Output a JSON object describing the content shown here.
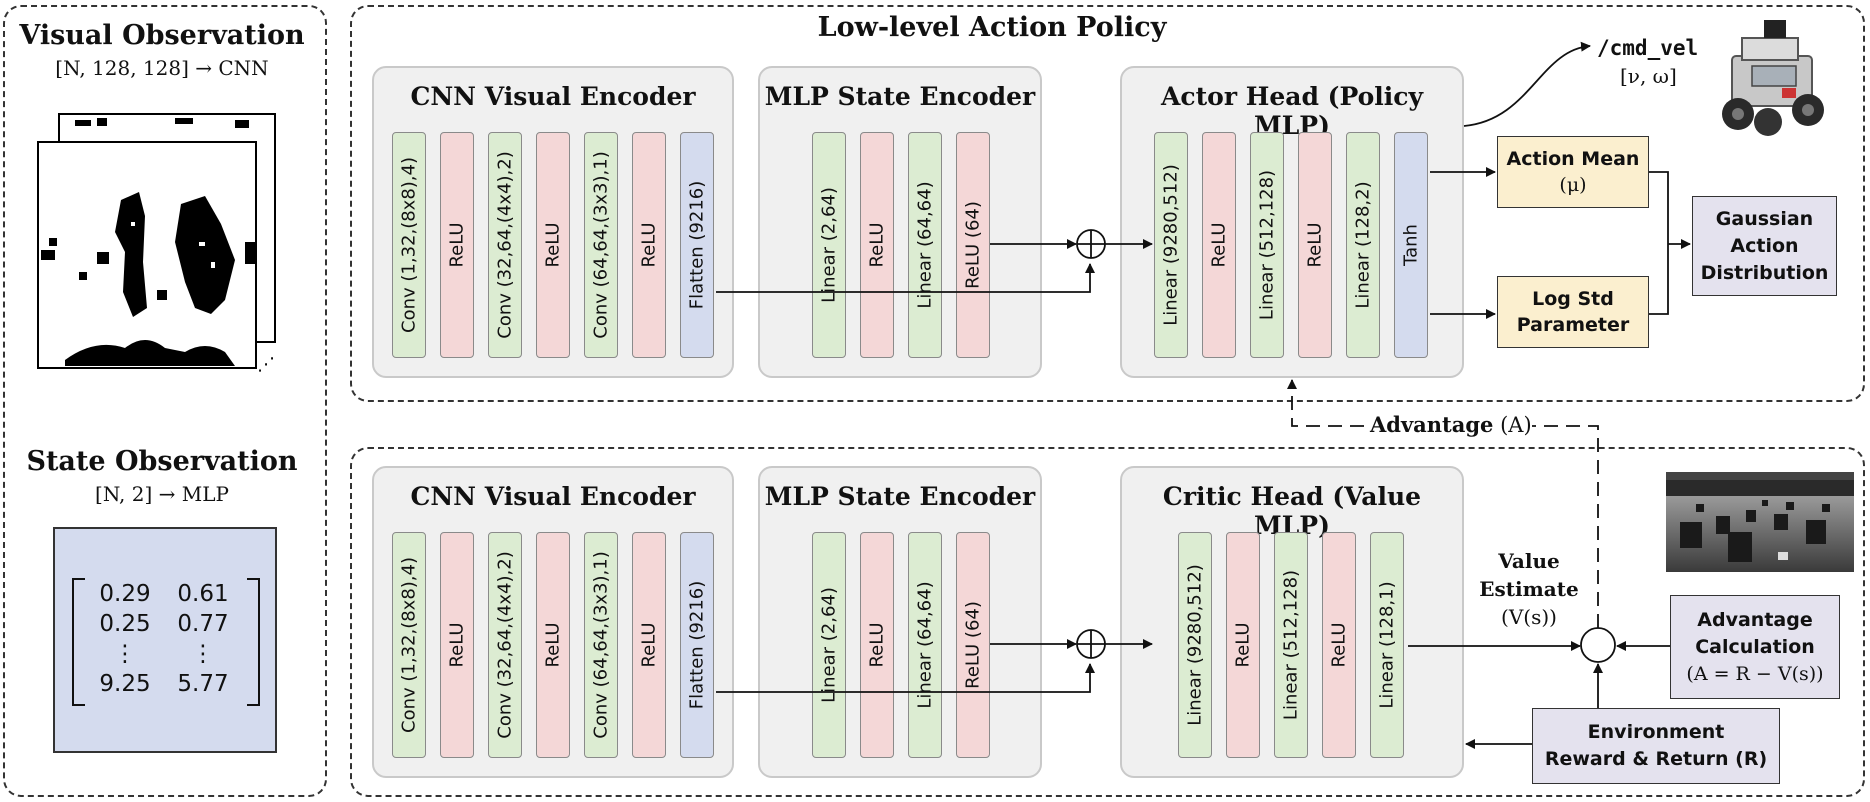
{
  "left": {
    "visual_title": "Visual Observation",
    "visual_sub": "[N, 128, 128] → CNN",
    "state_title": "State Observation",
    "state_sub": "[N, 2] → MLP",
    "matrix": {
      "col1": [
        "0.29",
        "0.25",
        "⋮",
        "9.25"
      ],
      "col2": [
        "0.61",
        "0.77",
        "⋮",
        "5.77"
      ]
    }
  },
  "policy": {
    "title": "Low-level Action Policy",
    "cnn_title": "CNN Visual Encoder",
    "mlp_title": "MLP State Encoder",
    "head_title": "Actor Head (Policy MLP)",
    "cnn_layers": [
      "Conv (1,32,(8x8),4)",
      "ReLU",
      "Conv (32,64,(4x4),2)",
      "ReLU",
      "Conv (64,64,(3x3),1)",
      "ReLU",
      "Flatten (9216)"
    ],
    "mlp_layers": [
      "Linear (2,64)",
      "ReLU",
      "Linear (64,64)",
      "ReLU (64)"
    ],
    "head_layers": [
      "Linear (9280,512)",
      "ReLU",
      "Linear (512,128)",
      "ReLU",
      "Linear (128,2)",
      "Tanh"
    ],
    "action_mean_line1": "Action Mean",
    "action_mean_line2": "(μ)",
    "log_std_line1": "Log Std",
    "log_std_line2": "Parameter",
    "gaussian_line1": "Gaussian",
    "gaussian_line2": "Action",
    "gaussian_line3": "Distribution",
    "cmd_vel": "/cmd_vel",
    "cmd_vel_sub": "[ν, ω]"
  },
  "critic": {
    "cnn_title": "CNN Visual Encoder",
    "mlp_title": "MLP State Encoder",
    "head_title": "Critic Head (Value MLP)",
    "cnn_layers": [
      "Conv (1,32,(8x8),4)",
      "ReLU",
      "Conv (32,64,(4x4),2)",
      "ReLU",
      "Conv (64,64,(3x3),1)",
      "ReLU",
      "Flatten (9216)"
    ],
    "mlp_layers": [
      "Linear (2,64)",
      "ReLU",
      "Linear (64,64)",
      "ReLU (64)"
    ],
    "head_layers": [
      "Linear (9280,512)",
      "ReLU",
      "Linear (512,128)",
      "ReLU",
      "Linear (128,1)"
    ],
    "value_line1": "Value",
    "value_line2": "Estimate",
    "value_line3": "(V(s))",
    "advantage_calc_line1": "Advantage",
    "advantage_calc_line2": "Calculation",
    "advantage_calc_line3": "(A = R − V(s))",
    "env_line1": "Environment",
    "env_line2": "Reward & Return (R)"
  },
  "advantage_label": "Advantage",
  "advantage_symbol": "(A)",
  "colors": {
    "conv": "#dcecd2",
    "relu": "#f4d7d7",
    "flatten": "#d4dbee",
    "output": "#fbefcf",
    "purple": "#e4e2ee"
  }
}
